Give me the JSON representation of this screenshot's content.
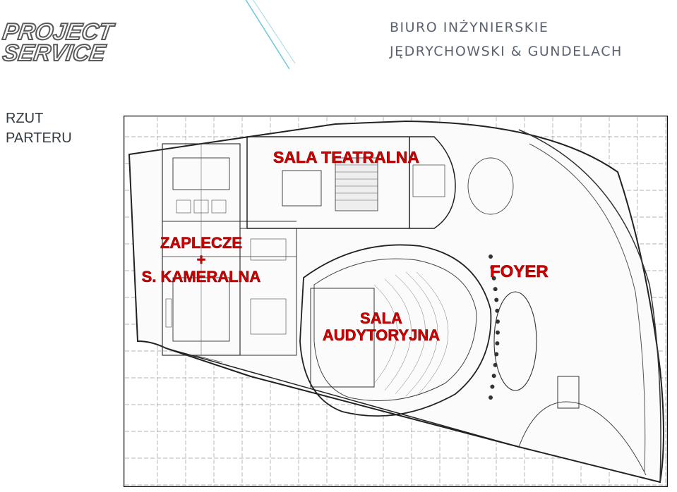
{
  "header": {
    "logo_line1": "PROJECT",
    "logo_line2": "SERVICE",
    "firm_line1": "BIURO INŻYNIERSKIE",
    "firm_line2": "JĘDRYCHOWSKI & GUNDELACH"
  },
  "title": {
    "line1": "RZUT",
    "line2": "PARTERU"
  },
  "zones": {
    "sala_teatralna": "SALA TEATRALNA",
    "zaplecze_line1": "ZAPLECZE",
    "zaplecze_line2": "+",
    "zaplecze_line3": "S. KAMERALNA",
    "foyer": "FOYER",
    "sala_aud_line1": "SALA",
    "sala_aud_line2": "AUDYTORYJNA"
  },
  "colors": {
    "zone_label": "#d40000",
    "firm_text": "#5b6470",
    "accent_line": "#5ab8d8"
  }
}
